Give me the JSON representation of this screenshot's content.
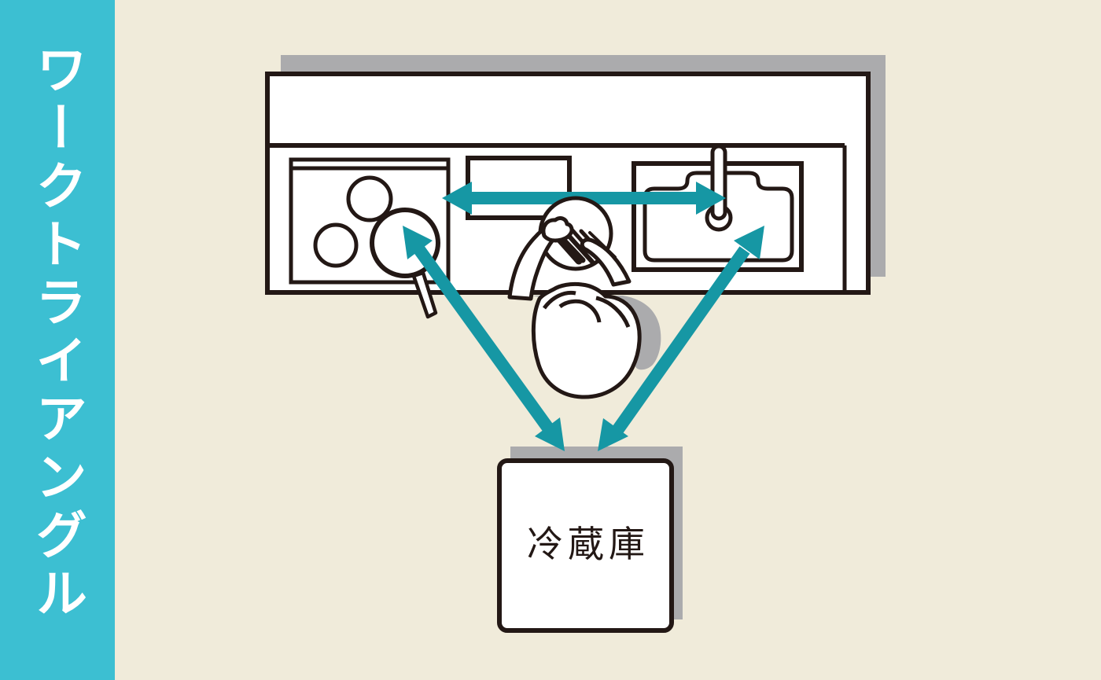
{
  "banner": {
    "title": "ワークトライアングル"
  },
  "diagram": {
    "fridge_label": "冷蔵庫",
    "elements": {
      "counter": "kitchen-counter-top-view",
      "stove": "stove-with-two-burners-and-frying-pan",
      "cutting_board": "cutting-board",
      "sink": "sink-with-faucet",
      "person": "person-cooking-top-view",
      "fridge": "refrigerator",
      "arrows": [
        "stove-sink",
        "stove-fridge",
        "sink-fridge"
      ]
    }
  },
  "colors": {
    "background": "#f0ebda",
    "banner": "#3cbfd2",
    "arrow": "#1697a4",
    "outline": "#231815",
    "shadow": "#ababad",
    "surface": "#ffffff"
  }
}
